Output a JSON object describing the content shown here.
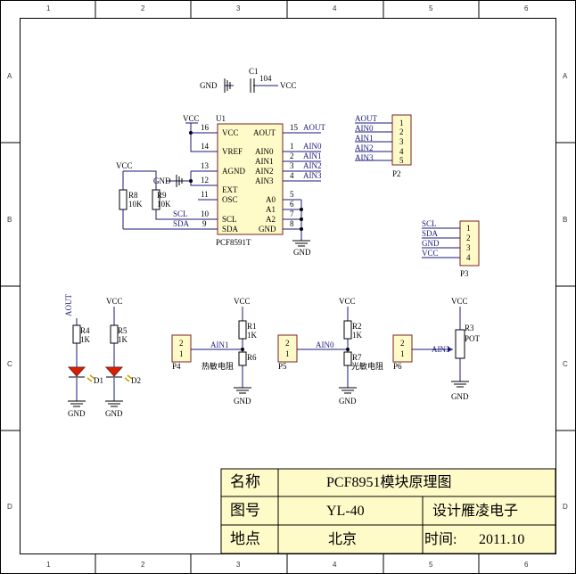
{
  "grid": {
    "cols": [
      "1",
      "2",
      "3",
      "4",
      "5",
      "6"
    ],
    "rows": [
      "A",
      "B",
      "C",
      "D"
    ]
  },
  "c1": {
    "ref": "C1",
    "value": "104",
    "gnd": "GND",
    "vcc": "VCC"
  },
  "u1": {
    "ref": "U1",
    "part": "PCF8591T",
    "left_pins": [
      {
        "num": "16",
        "name": "VCC"
      },
      {
        "num": "14",
        "name": "VREF"
      },
      {
        "num": "13",
        "name": "AGND"
      },
      {
        "num": "12",
        "name": "EXT"
      },
      {
        "num": "11",
        "name": "OSC"
      },
      {
        "num": "10",
        "name": "SCL"
      },
      {
        "num": "9",
        "name": "SDA"
      }
    ],
    "right_pins": [
      {
        "num": "15",
        "name": "AOUT"
      },
      {
        "num": "1",
        "name": "AIN0"
      },
      {
        "num": "2",
        "name": "AIN1"
      },
      {
        "num": "3",
        "name": "AIN2"
      },
      {
        "num": "4",
        "name": "AIN3"
      },
      {
        "num": "5",
        "name": "A0"
      },
      {
        "num": "6",
        "name": "A1"
      },
      {
        "num": "7",
        "name": "A2"
      },
      {
        "num": "8",
        "name": "GND"
      }
    ],
    "vcc": "VCC",
    "gnd": "GND",
    "nets_right": [
      "AOUT",
      "AIN0",
      "AIN1",
      "AIN2",
      "AIN3"
    ],
    "nets_left": [
      "SCL",
      "SDA"
    ]
  },
  "r8": {
    "ref": "R8",
    "value": "10K"
  },
  "r9": {
    "ref": "R9",
    "value": "10K"
  },
  "vcc_left": "VCC",
  "gnd_left": "GND",
  "p2": {
    "ref": "P2",
    "nets": [
      "AOUT",
      "AIN0",
      "AIN1",
      "AIN2",
      "AIN3"
    ],
    "pins": [
      "1",
      "2",
      "3",
      "4",
      "5"
    ]
  },
  "p3": {
    "ref": "P3",
    "nets": [
      "SCL",
      "SDA",
      "GND",
      "VCC"
    ],
    "pins": [
      "1",
      "2",
      "3",
      "4"
    ]
  },
  "d1": {
    "ref": "D1",
    "res": "R4",
    "value": "1K",
    "net": "AOUT",
    "gnd": "GND"
  },
  "d2": {
    "ref": "D2",
    "res": "R5",
    "value": "1K",
    "net": "VCC",
    "gnd": "GND"
  },
  "p4": {
    "ref": "P4",
    "pins": [
      "2",
      "1"
    ],
    "net": "AIN1"
  },
  "r1": {
    "ref": "R1",
    "value": "1K",
    "thermistor": "R6",
    "thermistor_label": "热敏电阻",
    "vcc": "VCC",
    "gnd": "GND"
  },
  "p5": {
    "ref": "P5",
    "pins": [
      "2",
      "1"
    ],
    "net": "AIN0"
  },
  "r2": {
    "ref": "R2",
    "value": "1K",
    "ldr": "R7",
    "ldr_label": "光敏电阻",
    "vcc": "VCC",
    "gnd": "GND"
  },
  "p6": {
    "ref": "P6",
    "pins": [
      "2",
      "1"
    ],
    "net": "AIN3"
  },
  "r3": {
    "ref": "R3",
    "value": "POT",
    "vcc": "VCC",
    "gnd": "GND"
  },
  "title_block": {
    "name_label": "名称",
    "name_value": "PCF8951模块原理图",
    "num_label": "图号",
    "num_value": "YL-40",
    "designer": "设计雁凌电子",
    "place_label": "地点",
    "place_value": "北京",
    "date_label": "时间:",
    "date_value": "2011.10"
  }
}
